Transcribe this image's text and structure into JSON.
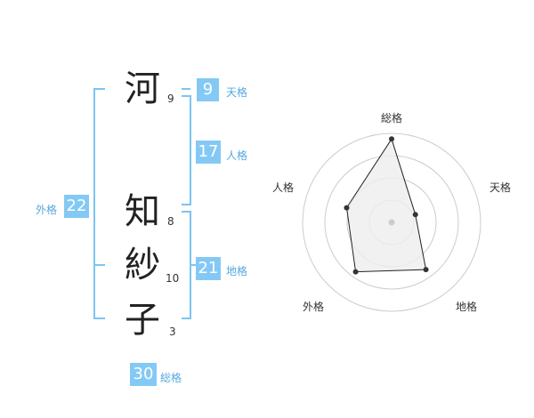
{
  "name": {
    "chars": [
      {
        "char": "河",
        "strokes": "9"
      },
      {
        "char": "知",
        "strokes": "8"
      },
      {
        "char": "紗",
        "strokes": "10"
      },
      {
        "char": "子",
        "strokes": "3"
      }
    ]
  },
  "fortune": {
    "tenkaku": {
      "label": "天格",
      "value": "9"
    },
    "jinkaku": {
      "label": "人格",
      "value": "17"
    },
    "chikaku": {
      "label": "地格",
      "value": "21"
    },
    "gaikaku": {
      "label": "外格",
      "value": "22"
    },
    "soukaku": {
      "label": "総格",
      "value": "30"
    }
  },
  "chart_data": {
    "type": "radar",
    "axes": [
      "総格",
      "天格",
      "地格",
      "外格",
      "人格"
    ],
    "values": [
      30,
      9,
      21,
      22,
      17
    ],
    "rings": 4,
    "grid": true,
    "colors": {
      "fill": "#eeeeee",
      "line": "#222222",
      "grid": "#cccccc"
    }
  },
  "colors": {
    "accent": "#84c9f5",
    "bracket": "#7cc4f2",
    "label": "#55a8e0"
  }
}
